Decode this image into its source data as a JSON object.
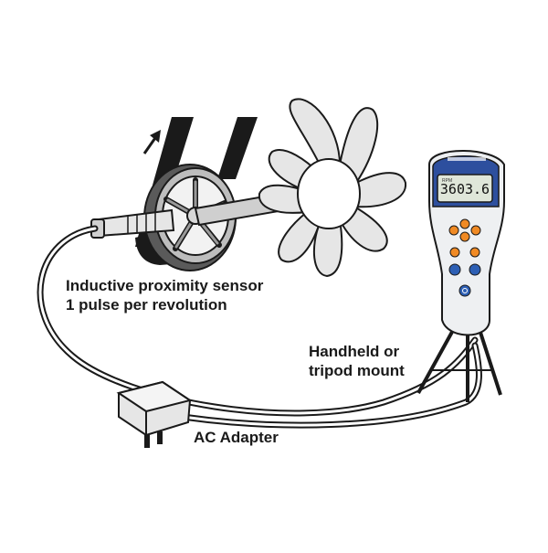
{
  "labels": {
    "sensor_line1": "Inductive proximity sensor",
    "sensor_line2": "1 pulse per revolution",
    "mount_line1": "Handheld or",
    "mount_line2": "tripod mount",
    "adapter": "AC Adapter"
  },
  "device": {
    "display_value": "3603.6",
    "display_unit_small": "RPM"
  },
  "colors": {
    "outline": "#1a1a1a",
    "fan_blade": "#e6e6e6",
    "fan_shade": "#c9c9c9",
    "device_body": "#eef0f2",
    "device_accent": "#2d4f9e",
    "button_orange": "#f08a24",
    "button_blue": "#2d5fb4",
    "lcd_bg": "#dfe6d9"
  },
  "icons": {
    "rotation_arrow": "arrow-up-right-icon"
  }
}
